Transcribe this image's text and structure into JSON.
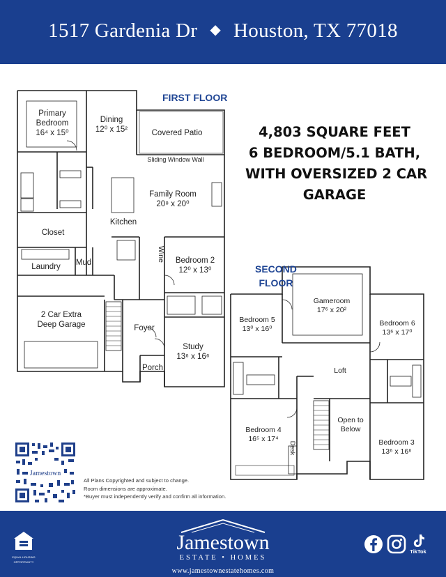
{
  "header": {
    "street": "1517 Gardenia Dr",
    "separator": "◆",
    "city": "Houston, TX 77018"
  },
  "first_floor": {
    "label": "FIRST FLOOR",
    "rooms": {
      "primary_bedroom": [
        "Primary",
        "Bedroom",
        "16⁴ x 15⁰"
      ],
      "dining": [
        "Dining",
        "12⁰ x 15²"
      ],
      "covered_patio": "Covered Patio",
      "sliding_window_wall": "Sliding Window Wall",
      "family_room": [
        "Family Room",
        "20⁸ x 20⁰"
      ],
      "kitchen": "Kitchen",
      "closet": "Closet",
      "laundry": "Laundry",
      "mud": "Mud",
      "wine": "Wine",
      "bedroom2": [
        "Bedroom 2",
        "12⁰ x 13⁰"
      ],
      "garage": [
        "2 Car Extra",
        "Deep Garage"
      ],
      "foyer": "Foyer",
      "study": [
        "Study",
        "13⁶ x 16⁶"
      ],
      "porch": "Porch"
    }
  },
  "second_floor": {
    "label": [
      "SECOND",
      "FLOOR"
    ],
    "rooms": {
      "gameroom": [
        "Gameroom",
        "17⁶ x 20²"
      ],
      "bedroom5": [
        "Bedroom 5",
        "13⁰ x 16⁰"
      ],
      "bedroom6": [
        "Bedroom 6",
        "13⁶ x 17⁰"
      ],
      "loft": "Loft",
      "bedroom4": [
        "Bedroom 4",
        "16⁵ x 17⁴"
      ],
      "desk": "Desk",
      "open_to_below": [
        "Open to",
        "Below"
      ],
      "bedroom3": [
        "Bedroom 3",
        "13⁶ x 16⁶"
      ]
    }
  },
  "headline": [
    "4,803 SQUARE FEET",
    "6 BEDROOM/5.1 BATH,",
    "WITH OVERSIZED 2 CAR",
    "GARAGE"
  ],
  "notes": [
    "All Plans Copyrighted and subject to change.",
    "Room dimensions are approximate.",
    "*Buyer must independently verify and confirm all information."
  ],
  "qr_logo_text": "Jamestown",
  "footer": {
    "brand": "Jamestown",
    "sub": "ESTATE • HOMES",
    "url": "www.jamestownestatehomes.com",
    "eho_caption": [
      "EQUAL HOUSING",
      "OPPORTUNITY"
    ],
    "tiktok_label": "TikTok"
  },
  "icons": [
    "equal-housing-icon",
    "facebook-icon",
    "instagram-icon",
    "tiktok-icon",
    "qr-code-icon"
  ],
  "colors": {
    "brand_blue": "#1a3f8f",
    "label_blue": "#1f4594"
  }
}
